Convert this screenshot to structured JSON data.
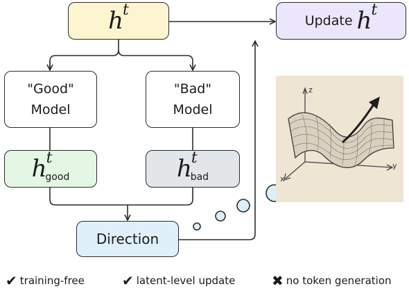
{
  "nodes": {
    "ht": {
      "symbol": "h",
      "sup": "t"
    },
    "update": {
      "text": "Update",
      "symbol": "h",
      "sup": "t"
    },
    "good_model": {
      "line1": "\"Good\"",
      "line2": "Model"
    },
    "bad_model": {
      "line1": "\"Bad\"",
      "line2": "Model"
    },
    "h_good": {
      "symbol": "h",
      "sup": "t",
      "sub": "good"
    },
    "h_bad": {
      "symbol": "h",
      "sup": "t",
      "sub": "bad"
    },
    "direction": {
      "text": "Direction"
    }
  },
  "surface": {
    "axis_z": "z",
    "axis_y": "y",
    "axis_x": "x"
  },
  "legend": [
    {
      "mark": "✔",
      "text": "training-free"
    },
    {
      "mark": "✔",
      "text": "latent-level update"
    },
    {
      "mark": "✖",
      "text": "no token generation"
    }
  ],
  "colors": {
    "ht_fill": "#fdf5cf",
    "update_fill": "#ebe6fb",
    "good_fill": "#e4f6e4",
    "bad_fill": "#e3e6e9",
    "direction_fill": "#dff0fb",
    "bubble_fill": "#dceefa"
  }
}
